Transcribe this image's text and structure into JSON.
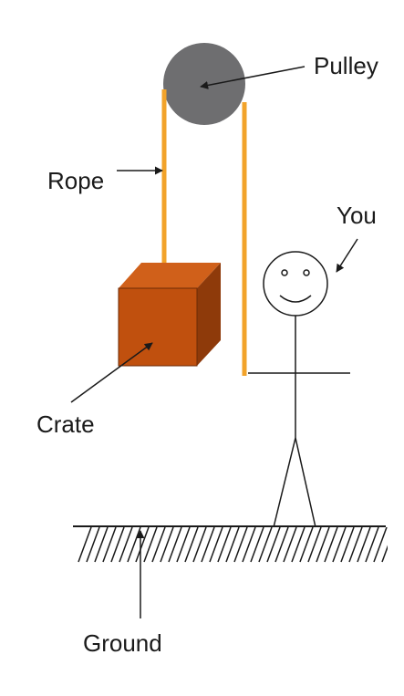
{
  "labels": {
    "pulley": "Pulley",
    "rope": "Rope",
    "you": "You",
    "crate": "Crate",
    "ground": "Ground"
  },
  "colors": {
    "background": "#ffffff",
    "pulley": "#6e6e70",
    "rope": "#f2a32a",
    "crate_front": "#c0500e",
    "crate_top": "#d0601a",
    "crate_side": "#8e3a0a",
    "ink": "#1a1a1a"
  }
}
